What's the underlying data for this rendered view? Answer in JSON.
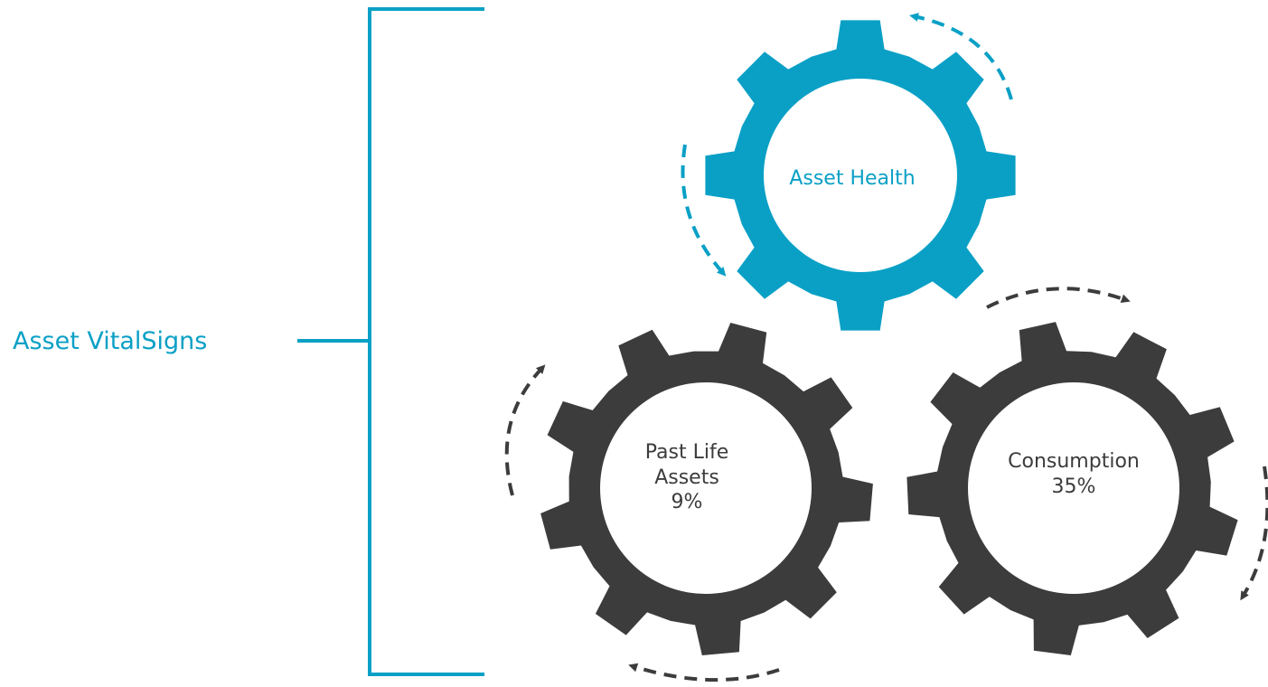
{
  "title": "Asset VitalSigns",
  "colors": {
    "accent": "#0aa0c6",
    "dark": "#3c3c3c",
    "background": "#ffffff"
  },
  "gears": [
    {
      "id": "asset-health",
      "lines": [
        "Asset Health"
      ],
      "color": "#0aa0c6",
      "text_color": "#0aa0c6"
    },
    {
      "id": "past-life-assets",
      "lines": [
        "Past Life",
        "Assets",
        "9%"
      ],
      "color": "#3c3c3c",
      "text_color": "#3c3c3c"
    },
    {
      "id": "consumption",
      "lines": [
        "Consumption",
        "35%"
      ],
      "color": "#3c3c3c",
      "text_color": "#3c3c3c"
    }
  ]
}
